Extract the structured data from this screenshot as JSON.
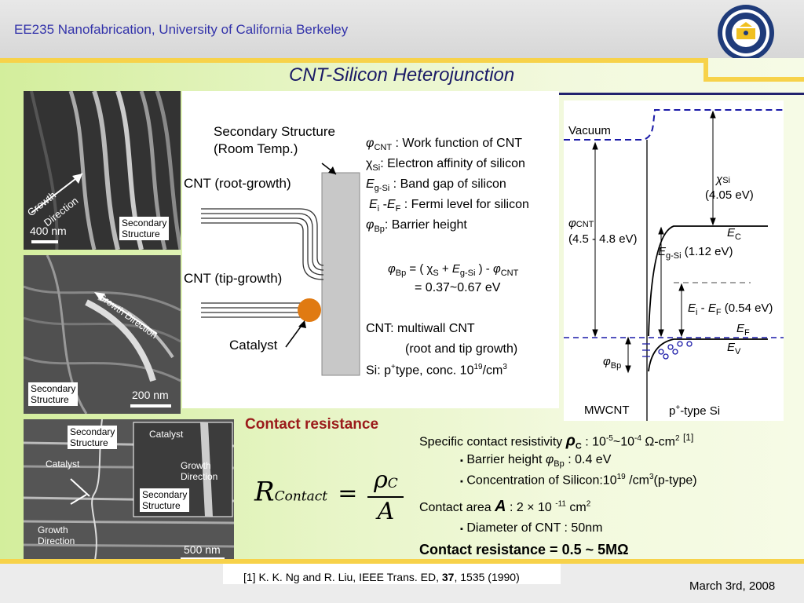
{
  "header": {
    "course_title": "EE235 Nanofabrication, University of California Berkeley",
    "seal_icon": "uc-berkeley-seal-icon"
  },
  "slide": {
    "title": "CNT-Silicon Heterojunction",
    "date": "March 3rd, 2008"
  },
  "sem_images": {
    "top": {
      "scale": "400 nm",
      "growth": [
        "Growth",
        "Direction"
      ],
      "secondary": [
        "Secondary",
        "Structure"
      ]
    },
    "middle": {
      "scale": "200 nm",
      "growth": "Growth Direction",
      "secondary": [
        "Secondary",
        "Structure"
      ]
    },
    "bottom": {
      "scale": "500 nm",
      "secondary": [
        "Secondary",
        "Structure"
      ],
      "catalyst": "Catalyst",
      "growth": [
        "Growth",
        "Direction"
      ],
      "inset": {
        "catalyst": "Catalyst",
        "growth": [
          "Growth",
          "Direction"
        ],
        "secondary": [
          "Secondary",
          "Structure"
        ]
      }
    }
  },
  "schematic": {
    "secondary_structure": "Secondary Structure",
    "room_temp": "(Room Temp.)",
    "root_growth": "CNT (root-growth)",
    "tip_growth": "CNT (tip-growth)",
    "catalyst": "Catalyst"
  },
  "definitions": {
    "phi_cnt": {
      "symbol": "φ",
      "sub": "CNT",
      "text": " : Work function of CNT"
    },
    "chi_si": {
      "symbol": "χ",
      "sub": "Si",
      "text": ": Electron affinity of silicon"
    },
    "eg_si": {
      "symbol": "E",
      "sub": "g-Si",
      "text": " : Band gap of silicon"
    },
    "ei_ef": {
      "e1": "E",
      "sub1": "i",
      "dash": " -",
      "e2": "E",
      "sub2": "F",
      "text": " : Fermi level for silicon"
    },
    "phi_bp": {
      "symbol": "φ",
      "sub": "Bp",
      "text": ": Barrier height"
    },
    "equation_line1": {
      "phi": "φ",
      "sub_bp": "Bp",
      "eq": " = ( ",
      "chi": "χ",
      "sub_s": "S",
      "plus": " + ",
      "e": "E",
      "sub_g": "g-Si",
      "minus": " ) - ",
      "phi2": "φ",
      "sub_cnt": "CNT"
    },
    "equation_line2": "= 0.37~0.67 eV",
    "cnt_type": "CNT: multiwall CNT",
    "cnt_growth": "(root and tip growth)",
    "si_prefix": "Si: p",
    "si_plus": "+",
    "si_mid": "type, conc. 10",
    "si_exp": "19",
    "si_unit": "/cm",
    "si_unit_exp": "3"
  },
  "band_diagram": {
    "vacuum": "Vacuum",
    "chi_symbol": "χ",
    "chi_sub": "Si",
    "chi_value": "(4.05 eV)",
    "phi_symbol": "φ",
    "phi_sub": "CNT",
    "phi_value": "(4.5 - 4.8 eV)",
    "ec_e": "E",
    "ec_sub": "C",
    "eg_e": "E",
    "eg_sub": "g-Si",
    "eg_value": " (1.12 eV)",
    "ei_e": "E",
    "ei_sub": "i",
    "ei_dash": " - ",
    "ef_e": "E",
    "ef_sub": "F",
    "eief_value": " (0.54 eV)",
    "efl_e": "E",
    "efl_sub": "F",
    "ev_e": "E",
    "ev_sub": "V",
    "phibp_symbol": "φ",
    "phibp_sub": "Bp",
    "mwcnt": "MWCNT",
    "ptype_p": "p",
    "ptype_sup": "+",
    "ptype_rest": "-type Si",
    "colors": {
      "vacuum_line": "#1a1aa8",
      "bands": "#000000"
    }
  },
  "contact": {
    "heading": "Contact resistance",
    "formula": {
      "R": "R",
      "R_sub": "Contact",
      "eq": "=",
      "rho": "ρ",
      "rho_sub": "C",
      "A": "A"
    },
    "specific_label": "Specific contact resistivity ",
    "specific_rho": "ρ",
    "specific_rho_sub": "C",
    "specific_value_a": " : 10",
    "specific_exp_a": "-5",
    "specific_value_b": "~10",
    "specific_exp_b": "-4",
    "specific_unit": " Ω-cm",
    "specific_unit_exp": "2",
    "specific_ref": "[1]",
    "bullet_barrier_label": "Barrier height ",
    "bullet_barrier_phi": "φ",
    "bullet_barrier_sub": "Bp",
    "bullet_barrier_value": " : 0.4 eV",
    "bullet_conc_label": "Concentration of Silicon:10",
    "bullet_conc_exp": "19",
    "bullet_conc_unit": " /cm",
    "bullet_conc_unit_exp": "3",
    "bullet_conc_type": "(p-type)",
    "area_label": "Contact area ",
    "area_symbol": "A",
    "area_value": " : 2 × 10 ",
    "area_exp": "-11",
    "area_unit": " cm",
    "area_unit_exp": "2",
    "bullet_diameter": "Diameter of CNT : 50nm",
    "result": "Contact resistance =  0.5 ~ 5MΩ",
    "bullet_glyph": "▪"
  },
  "reference": {
    "prefix": "[1] K. K. Ng and R. Liu, IEEE Trans. ED, ",
    "volume": "37",
    "suffix": ", 1535 (1990)"
  }
}
